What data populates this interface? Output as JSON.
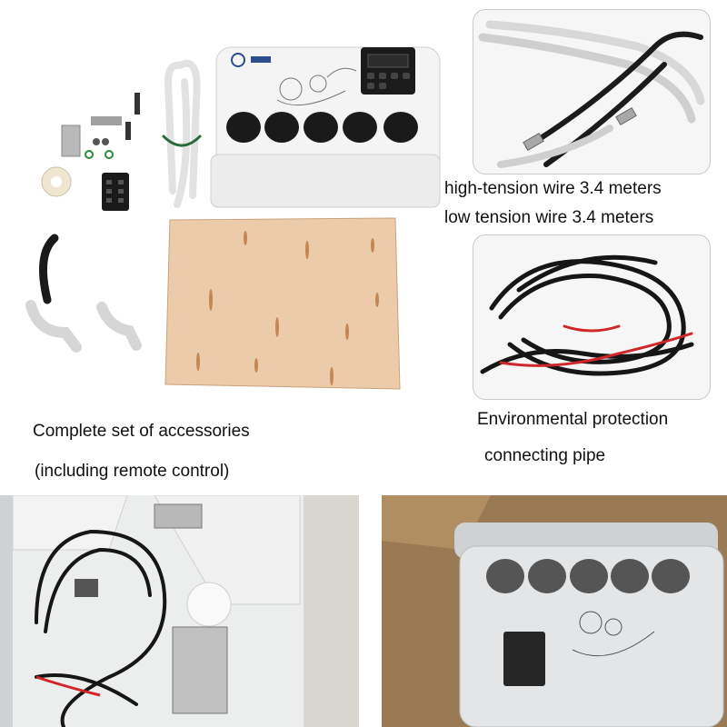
{
  "captions": {
    "high_tension": "high-tension wire 3.4 meters",
    "low_tension": "low tension wire 3.4 meters",
    "accessories_line1": "Complete set of accessories",
    "accessories_line2": "(including remote control)",
    "environmental_line1": "Environmental protection",
    "environmental_line2": "connecting pipe"
  },
  "colors": {
    "unit_body": "#f4f4f4",
    "vent_black": "#1a1a1a",
    "plywood": "#e9c9a7",
    "hose_silver": "#c8c8c8",
    "wire_black": "#161616",
    "wire_red": "#d0262a",
    "cardboard": "#9a7a55",
    "foam": "#e9eaeb"
  }
}
